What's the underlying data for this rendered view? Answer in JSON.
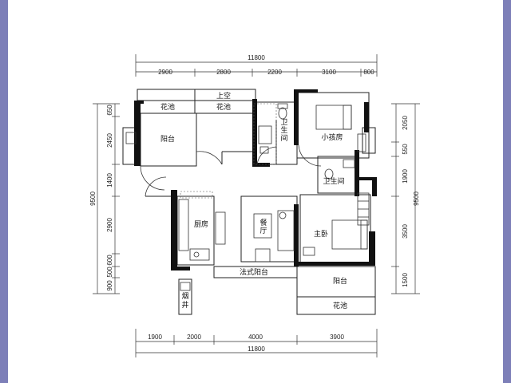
{
  "dimensions": {
    "top_total": "11800",
    "top_segments": [
      "2900",
      "2800",
      "2200",
      "3100",
      "800"
    ],
    "bottom_segments": [
      "1900",
      "2000",
      "4000",
      "3900"
    ],
    "bottom_total": "11800",
    "left_total": "9500",
    "left_segments": [
      "650",
      "2450",
      "1400",
      "2900",
      "600",
      "500",
      "900"
    ],
    "right_total": "9500",
    "right_segments": [
      "2050",
      "550",
      "1900",
      "3500",
      "1500"
    ]
  },
  "rooms": {
    "planter_1": "花池",
    "planter_2": "花池",
    "void": "上空",
    "balcony": "阳台",
    "bathroom_1_a": "卫",
    "bathroom_1_b": "生",
    "bathroom_1_c": "间",
    "kids_room": "小孩房",
    "bathroom_2": "卫生间",
    "kitchen": "厨房",
    "dining_a": "餐",
    "dining_b": "厅",
    "master_bedroom": "主卧",
    "french_balcony": "法式阳台",
    "balcony_2": "阳台",
    "planter_3": "花池",
    "flue_a": "烟",
    "flue_b": "井"
  }
}
